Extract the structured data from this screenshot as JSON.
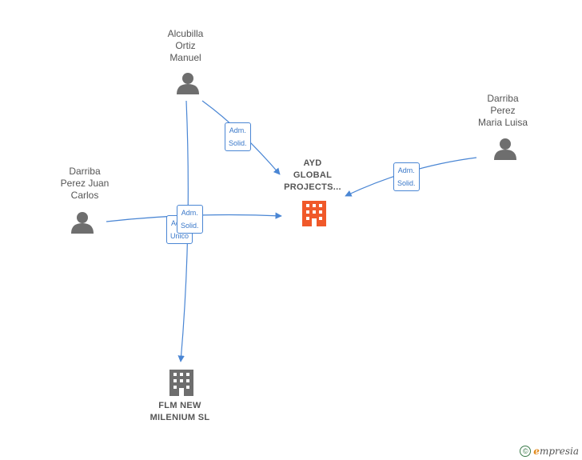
{
  "persons": {
    "alcubilla": "Alcubilla\nOrtiz\nManuel",
    "darriba_maria": "Darriba\nPerez\nMaria Luisa",
    "darriba_juan": "Darriba\nPerez Juan\nCarlos"
  },
  "companies": {
    "ayd": "AYD\nGLOBAL\nPROJECTS...",
    "flm": "FLM NEW\nMILENIUM  SL"
  },
  "edges": {
    "alcubilla_ayd": "Adm.\nSolid.",
    "maria_ayd": "Adm.\nSolid.",
    "juan_ayd": "Adm.\nSolid.",
    "flm_unico": "Adm.\nUnico"
  },
  "colors": {
    "edge": "#4a86d4",
    "person_icon": "#6e6e6e",
    "company_highlight": "#f0592a",
    "company_default": "#6e6e6e"
  },
  "footer": {
    "copyright_symbol": "©",
    "brand_initial": "e",
    "brand_rest": "mpresia"
  }
}
